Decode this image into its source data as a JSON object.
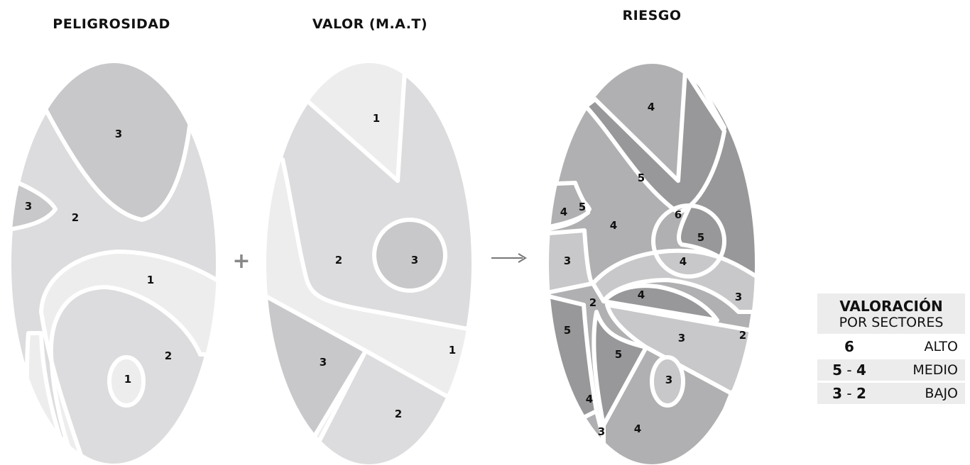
{
  "titles": {
    "hazard": "PELIGROSIDAD",
    "value": "VALOR (M.A.T)",
    "risk": "RIESGO"
  },
  "operators": {
    "plus": "+",
    "arrow": "→"
  },
  "hazard_map": {
    "labels": [
      "3",
      "3",
      "2",
      "1",
      "2",
      "1"
    ]
  },
  "value_map": {
    "labels": [
      "1",
      "2",
      "3",
      "3",
      "1",
      "2"
    ]
  },
  "risk_map": {
    "labels": [
      "4",
      "5",
      "4",
      "5",
      "6",
      "4",
      "5",
      "3",
      "4",
      "2",
      "4",
      "3",
      "5",
      "3",
      "2",
      "5",
      "3",
      "4",
      "3",
      "4"
    ]
  },
  "legend": {
    "title": "VALORACIÓN",
    "subtitle": "POR SECTORES",
    "rows": [
      {
        "value_bold": "6",
        "value_sep": "",
        "value_bold2": "",
        "label": "ALTO"
      },
      {
        "value_bold": "5",
        "value_sep": " - ",
        "value_bold2": "4",
        "label": "MEDIO"
      },
      {
        "value_bold": "3",
        "value_sep": " - ",
        "value_bold2": "2",
        "label": "BAJO"
      }
    ]
  },
  "colors": {
    "level1": "#ededed",
    "level2": "#dcdcde",
    "level3": "#c8c8ca",
    "level4": "#b0b0b2",
    "level5": "#98989a",
    "level6": "#8a8a8c",
    "border": "#ffffff"
  }
}
